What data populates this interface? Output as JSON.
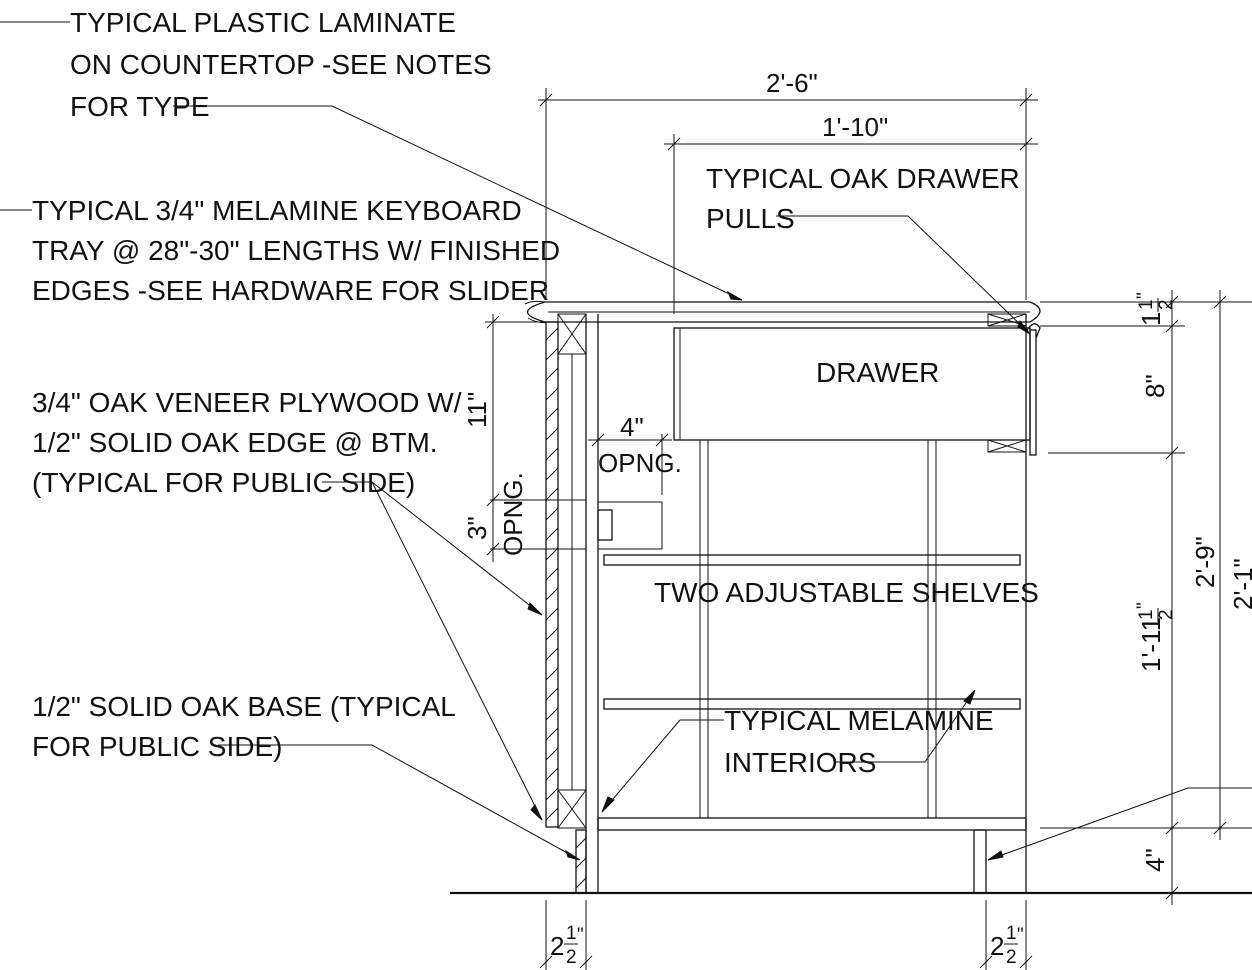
{
  "labels": {
    "laminate": [
      "TYPICAL PLASTIC LAMINATE",
      "ON COUNTERTOP -SEE NOTES",
      "FOR TYPE"
    ],
    "keyboard": [
      "TYPICAL 3/4\" MELAMINE KEYBOARD",
      "TRAY  @ 28\"-30\" LENGTHS W/ FINISHED",
      "EDGES -SEE HARDWARE FOR SLIDER"
    ],
    "veneer": [
      "3/4\" OAK VENEER PLYWOOD W/",
      "1/2\" SOLID OAK EDGE @ BTM.",
      "(TYPICAL FOR PUBLIC SIDE)"
    ],
    "base": [
      "1/2\" SOLID OAK BASE (TYPICAL",
      "FOR PUBLIC SIDE)"
    ],
    "pulls": [
      "TYPICAL OAK DRAWER",
      "PULLS"
    ],
    "drawer": "DRAWER",
    "shelves": "TWO ADJUSTABLE SHELVES",
    "melamine": [
      "TYPICAL MELAMINE",
      "INTERIORS"
    ],
    "opening_4": [
      "4\"",
      "OPNG."
    ],
    "opening_3": [
      "3\"",
      "OPNG."
    ]
  },
  "dimensions": {
    "overall_width": "2'-6\"",
    "drawer_width": "1'-10\"",
    "dim_11": "11\"",
    "dim_8": "8\"",
    "dim_4": "4\"",
    "dim_1half": {
      "whole": "1",
      "num": "1",
      "den": "2",
      "unit": "\""
    },
    "dim_1_11half": {
      "whole": "1'-11",
      "num": "1",
      "den": "2",
      "unit": "\""
    },
    "dim_2_9": "2'-9\"",
    "dim_2_1": "2'-1\"",
    "dim_2half_left": {
      "whole": "2",
      "num": "1",
      "den": "2",
      "unit": "\""
    },
    "dim_2half_right": {
      "whole": "2",
      "num": "1",
      "den": "2",
      "unit": "\""
    }
  }
}
